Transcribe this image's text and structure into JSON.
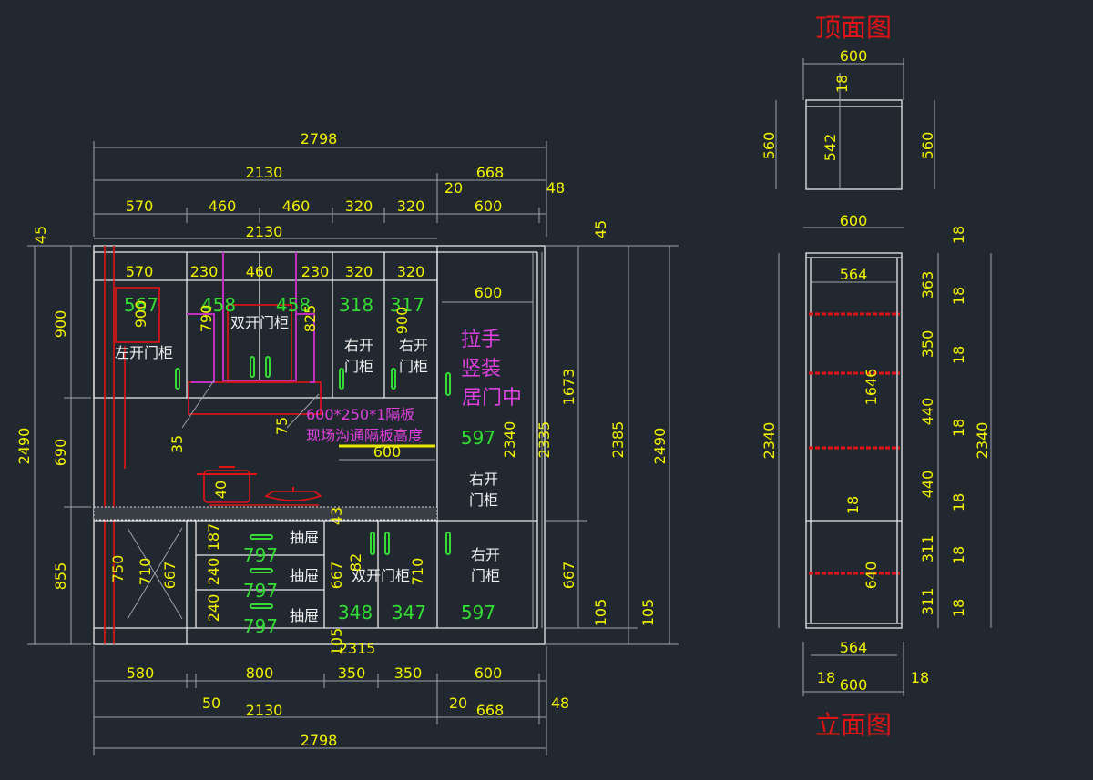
{
  "colors": {
    "background": "#212830",
    "panel": "#e8e8e8",
    "dimension_text": "#f2f200",
    "cabinet_width": "#33dd33",
    "note": "#e040e0",
    "title": "#e01414"
  },
  "titles": {
    "top_view": "顶面图",
    "elevation_view": "立面图"
  },
  "main": {
    "top_dims": {
      "overall": "2798",
      "run": "2130",
      "tall": "668",
      "gap": "20",
      "end": "48",
      "segments": [
        "570",
        "460",
        "460",
        "320",
        "320",
        "600"
      ]
    },
    "upper": {
      "overall": "2130",
      "inner": [
        "570",
        "230",
        "460",
        "230",
        "320",
        "320"
      ],
      "tall_inner": "600",
      "cabinet_widths": [
        "567",
        "458",
        "458",
        "318",
        "317"
      ],
      "labels": {
        "left_open": "左开门柜",
        "double_door": "双开门柜",
        "right_open_1": "右开",
        "right_open_2": "右开",
        "door": "门柜"
      },
      "heights": {
        "h900a": "900",
        "h790": "790",
        "h825": "825",
        "h900b": "900"
      }
    },
    "tall_unit": {
      "note_lines": [
        "拉手",
        "竖装",
        "居门中"
      ],
      "width_upper": "597",
      "width_lower": "597",
      "label_upper_1": "右开",
      "label_upper_2": "门柜",
      "label_lower_1": "右开",
      "label_lower_2": "门柜",
      "h2340": "2340",
      "h2335": "2335",
      "h1673": "1673",
      "h667": "667",
      "h105": "105"
    },
    "shelf_note": [
      "600*250*1隔板",
      "现场沟通隔板高度"
    ],
    "shelf_width": "600",
    "misc": {
      "d35": "35",
      "d75": "75",
      "d40": "40",
      "d43": "43",
      "d105": "105",
      "d2315": "2315"
    },
    "lower": {
      "h750": "750",
      "h710a": "710",
      "h667a": "667",
      "drawer_heights": [
        "187",
        "240",
        "240"
      ],
      "drawer_width": [
        "797",
        "797",
        "797"
      ],
      "drawer_label": "抽屉",
      "double_label": "双开门柜",
      "h667b": "667",
      "h82": "82",
      "h710b": "710",
      "widths": [
        "348",
        "347"
      ]
    },
    "left_dims": {
      "top_gap": "45",
      "total": "2490",
      "upper": "900",
      "mid": "690",
      "lower": "855"
    },
    "right_dims": {
      "top_gap": "45",
      "total_1": "2385",
      "total_2": "2490",
      "lower_105": "105"
    },
    "bottom_dims": {
      "segments": [
        "580",
        "800",
        "350",
        "350",
        "600"
      ],
      "gap50": "50",
      "run": "2130",
      "gap20": "20",
      "tall": "668",
      "end": "48",
      "overall": "2798"
    }
  },
  "top_view": {
    "width": "600",
    "depth_outer_l": "560",
    "depth_outer_r": "560",
    "depth_inner": "542",
    "panel": "18"
  },
  "elevation": {
    "width_top": "600",
    "inner_top": "564",
    "spacings": [
      "363",
      "350",
      "440",
      "440",
      "311",
      "311"
    ],
    "panels": [
      "18",
      "18",
      "18",
      "18",
      "18",
      "18",
      "18"
    ],
    "total_l": "2340",
    "total_r": "2340",
    "door_upper": "1646",
    "door_lower": "640",
    "gap18": "18",
    "inner_bottom": "564",
    "width_bottom": "600",
    "side_l": "18",
    "side_r": "18"
  }
}
